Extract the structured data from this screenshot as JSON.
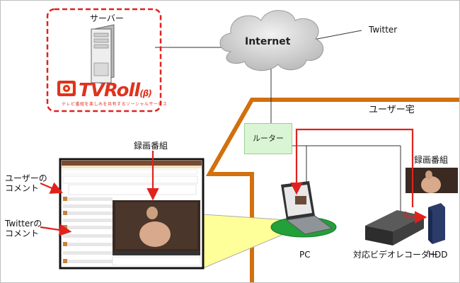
{
  "labels": {
    "server": "サーバー",
    "internet": "Internet",
    "twitter": "Twitter",
    "user_home": "ユーザー宅",
    "router": "ルーター",
    "recorded_program_center": "録画番組",
    "recorded_program_right": "録画番組",
    "user_comment": "ユーザーの\nコメント",
    "twitter_comment": "Twitterの\nコメント",
    "pc": "PC",
    "recorder": "対応ビデオレコーダー",
    "hdd": "HDD"
  },
  "logo": {
    "name": "TVRoll",
    "badge": "(β)",
    "tagline": "テレビ番組を楽しみを共有するソーシャルサービス"
  },
  "colors": {
    "house": "#d2700e",
    "arrow": "#e0221e",
    "server_border": "#e0221e",
    "router_fill": "#d9f5d3",
    "cloud": "#d9d9d9",
    "highlight": "#ffff99"
  }
}
